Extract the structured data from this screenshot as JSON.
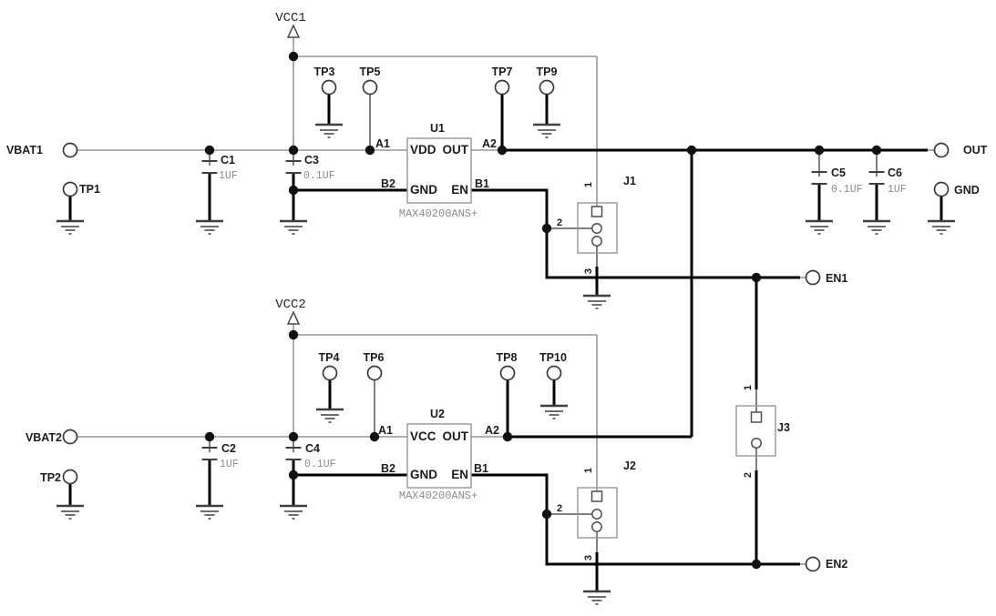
{
  "schematic": {
    "circuit1": {
      "power_port": "VCC1",
      "input": "VBAT1",
      "tp": {
        "tp1": "TP1",
        "tp3": "TP3",
        "tp5": "TP5",
        "tp7": "TP7",
        "tp9": "TP9"
      },
      "c1": {
        "ref": "C1",
        "value": "1UF"
      },
      "c3": {
        "ref": "C3",
        "value": "0.1UF"
      },
      "u1": {
        "ref": "U1",
        "part": "MAX40200ANS+",
        "vdd": "VDD",
        "out": "OUT",
        "gnd": "GND",
        "en": "EN"
      },
      "labels": {
        "a1": "A1",
        "a2": "A2",
        "b1": "B1",
        "b2": "B2"
      },
      "j1": {
        "ref": "J1",
        "p1": "1",
        "p2": "2",
        "p3": "3"
      }
    },
    "circuit2": {
      "power_port": "VCC2",
      "input": "VBAT2",
      "tp": {
        "tp2": "TP2",
        "tp4": "TP4",
        "tp6": "TP6",
        "tp8": "TP8",
        "tp10": "TP10"
      },
      "c2": {
        "ref": "C2",
        "value": "1UF"
      },
      "c4": {
        "ref": "C4",
        "value": "0.1UF"
      },
      "u2": {
        "ref": "U2",
        "part": "MAX40200ANS+",
        "vcc": "VCC",
        "out": "OUT",
        "gnd": "GND",
        "en": "EN"
      },
      "labels": {
        "a1": "A1",
        "a2": "A2",
        "b1": "B1",
        "b2": "B2"
      },
      "j2": {
        "ref": "J2",
        "p1": "1",
        "p2": "2",
        "p3": "3"
      }
    },
    "output": {
      "c5": {
        "ref": "C5",
        "value": "0.1UF"
      },
      "c6": {
        "ref": "C6",
        "value": "1UF"
      },
      "out": "OUT",
      "gnd": "GND"
    },
    "enable": {
      "en1": "EN1",
      "en2": "EN2",
      "j3": {
        "ref": "J3",
        "p1": "1",
        "p2": "2"
      }
    }
  }
}
